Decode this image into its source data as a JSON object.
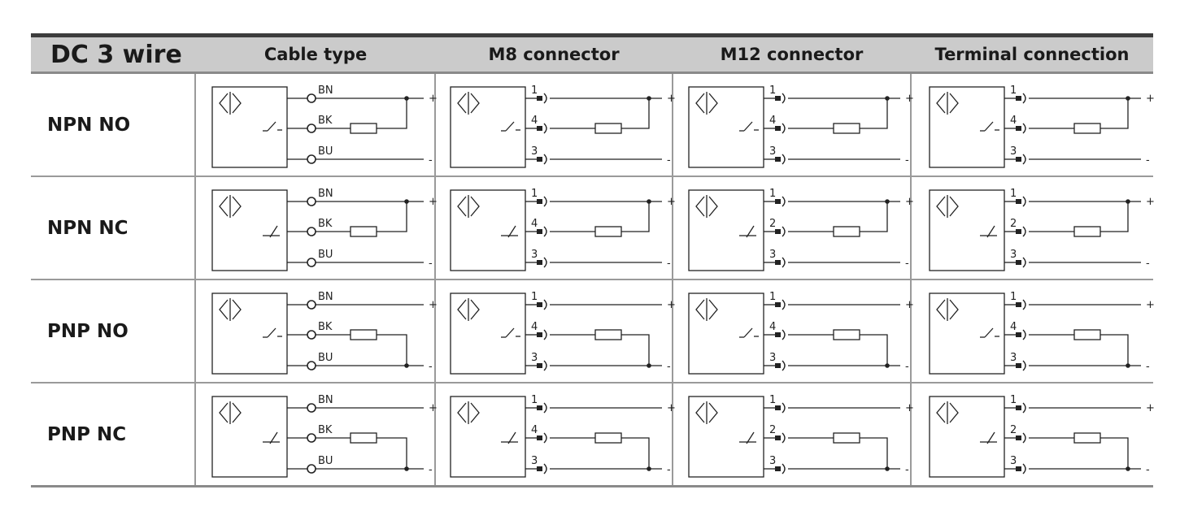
{
  "table": {
    "corner_title": "DC 3 wire",
    "columns": [
      "Cable type",
      "M8 connector",
      "M12 connector",
      "Terminal connection"
    ],
    "rows": [
      {
        "label": "NPN NO",
        "contact": "NO",
        "output": "NPN",
        "wires": [
          [
            "BN",
            "BK",
            "BU"
          ],
          [
            "1",
            "4",
            "3"
          ],
          [
            "1",
            "4",
            "3"
          ],
          [
            "1",
            "4",
            "3"
          ]
        ]
      },
      {
        "label": "NPN NC",
        "contact": "NC",
        "output": "NPN",
        "wires": [
          [
            "BN",
            "BK",
            "BU"
          ],
          [
            "1",
            "4",
            "3"
          ],
          [
            "1",
            "2",
            "3"
          ],
          [
            "1",
            "2",
            "3"
          ]
        ]
      },
      {
        "label": "PNP NO",
        "contact": "NO",
        "output": "PNP",
        "wires": [
          [
            "BN",
            "BK",
            "BU"
          ],
          [
            "1",
            "4",
            "3"
          ],
          [
            "1",
            "4",
            "3"
          ],
          [
            "1",
            "4",
            "3"
          ]
        ]
      },
      {
        "label": "PNP NC",
        "contact": "NC",
        "output": "PNP",
        "wires": [
          [
            "BN",
            "BK",
            "BU"
          ],
          [
            "1",
            "4",
            "3"
          ],
          [
            "1",
            "2",
            "3"
          ],
          [
            "1",
            "2",
            "3"
          ]
        ]
      }
    ]
  },
  "signs": {
    "positive": "+",
    "negative": "-"
  }
}
